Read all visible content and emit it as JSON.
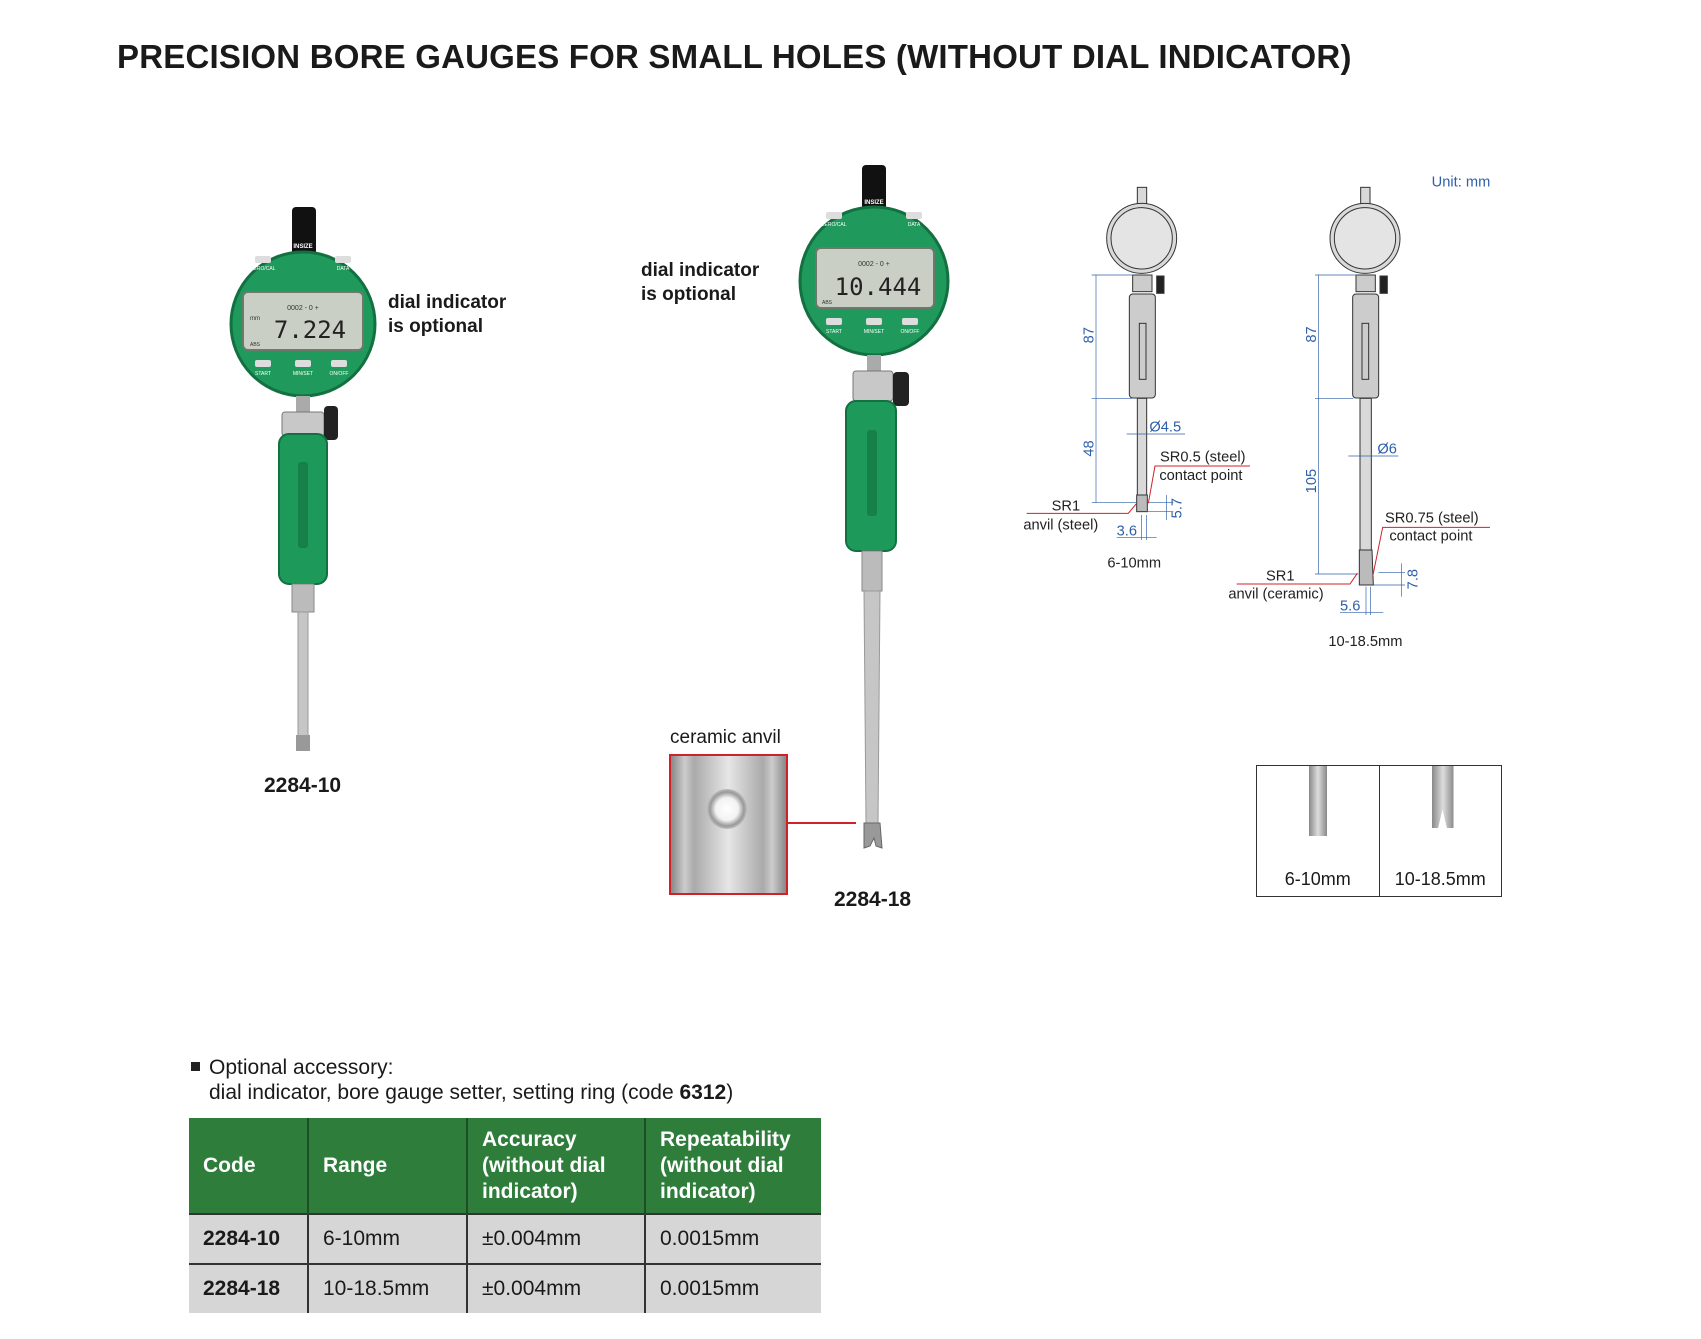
{
  "title": "PRECISION BORE GAUGES FOR SMALL HOLES (WITHOUT DIAL INDICATOR)",
  "gauges": [
    {
      "model": "2284-10",
      "note_line1": "dial indicator",
      "note_line2": "is optional",
      "lcd_small": "0002 - 0 +",
      "lcd_reading": "7.224"
    },
    {
      "model": "2284-18",
      "note_line1": "dial indicator",
      "note_line2": "is optional",
      "lcd_small": "0002 - 0 +",
      "lcd_reading": "10.444"
    }
  ],
  "dial_labels": {
    "brand": "INSIZE",
    "zero_cal": "ZERO/CAL",
    "data": "DATA",
    "start": "START",
    "min_set": "MIN/SET",
    "on_off": "ON/OFF",
    "abs": "ABS",
    "mm": "mm"
  },
  "ceramic_anvil_label": "ceramic anvil",
  "drawing": {
    "unit": "Unit: mm",
    "left": {
      "d1": "87",
      "d2": "48",
      "dia": "Ø4.5",
      "contact1": "SR0.5 (steel)",
      "contact2": "contact point",
      "anvil1": "SR1",
      "anvil2": "anvil (steel)",
      "w": "3.6",
      "h": "5.7",
      "caption": "6-10mm"
    },
    "right": {
      "d1": "87",
      "d2": "105",
      "dia": "Ø6",
      "contact1": "SR0.75 (steel)",
      "contact2": "contact point",
      "anvil1": "SR1",
      "anvil2": "anvil (ceramic)",
      "w": "5.6",
      "h": "7.8",
      "caption": "10-18.5mm"
    }
  },
  "photos": [
    "6-10mm",
    "10-18.5mm"
  ],
  "accessory": {
    "line1": "Optional accessory:",
    "line2": "dial indicator, bore gauge setter, setting ring (code ",
    "code": "6312",
    "close": ")"
  },
  "table": {
    "headers": [
      [
        "Code"
      ],
      [
        "Range"
      ],
      [
        "Accuracy",
        "(without dial",
        "indicator)"
      ],
      [
        "Repeatability",
        "(without dial",
        "indicator)"
      ]
    ],
    "rows": [
      [
        "2284-10",
        "6-10mm",
        "±0.004mm",
        "0.0015mm"
      ],
      [
        "2284-18",
        "10-18.5mm",
        "±0.004mm",
        "0.0015mm"
      ]
    ]
  },
  "colors": {
    "green": "#2e7d3b",
    "gauge_green": "#1f9a5c",
    "dim_blue": "#2f5fa8",
    "leader_red": "#d0202a"
  }
}
